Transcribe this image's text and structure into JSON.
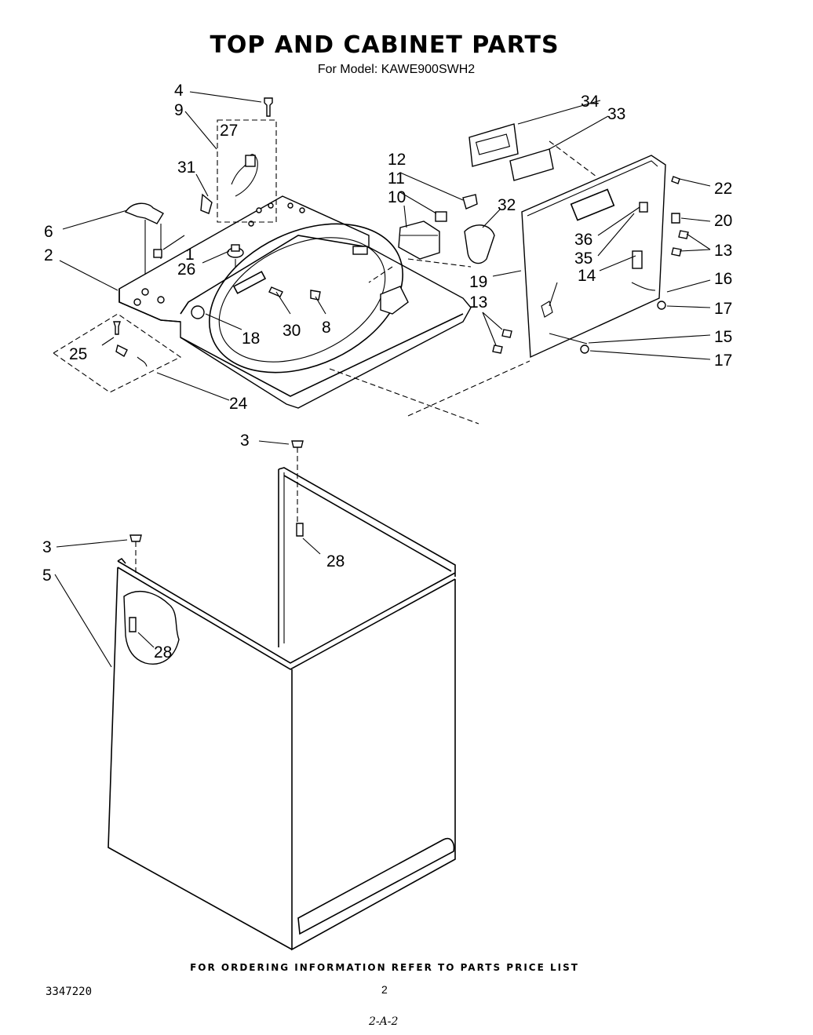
{
  "header": {
    "title": "TOP AND CABINET PARTS",
    "subtitle": "For Model: KAWE900SWH2"
  },
  "callouts": [
    "1",
    "2",
    "3",
    "3",
    "4",
    "5",
    "6",
    "8",
    "9",
    "10",
    "11",
    "12",
    "13",
    "13",
    "14",
    "15",
    "16",
    "17",
    "17",
    "18",
    "19",
    "20",
    "22",
    "24",
    "25",
    "26",
    "27",
    "28",
    "28",
    "30",
    "31",
    "32",
    "33",
    "34",
    "35",
    "36"
  ],
  "footer": {
    "ordering_note": "FOR ORDERING INFORMATION REFER TO PARTS PRICE LIST",
    "doc_number": "3347220",
    "page_number": "2",
    "handwritten_note": "2-A-2"
  }
}
